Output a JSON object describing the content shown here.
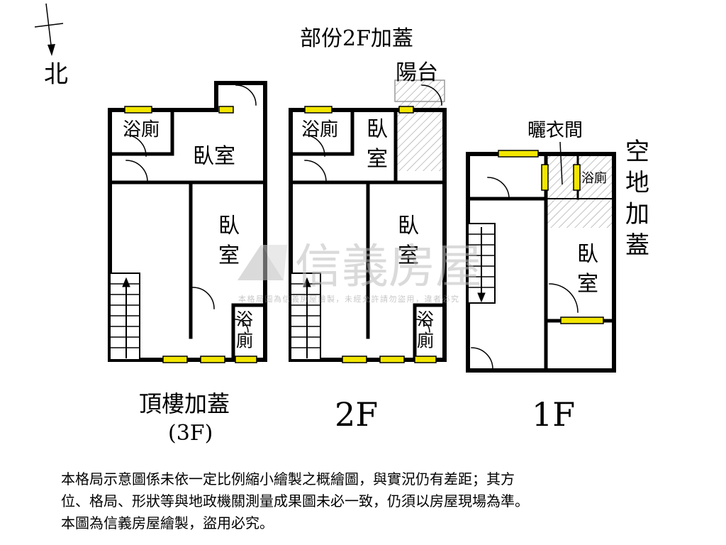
{
  "compass": {
    "north_label": "北"
  },
  "headings": {
    "partial_2f": "部份2F加蓋",
    "balcony": "陽台",
    "drying_room": "曬衣間",
    "open_space": "空地加蓋"
  },
  "floors": {
    "f3": {
      "label_line1": "頂樓加蓋",
      "label_line2": "(3F)",
      "rooms": {
        "bath_top": "浴廁",
        "bedroom_top": "臥室",
        "bedroom_mid": "臥室",
        "bath_low": "浴廁"
      }
    },
    "f2": {
      "label": "2F",
      "rooms": {
        "bath_top": "浴廁",
        "bedroom_top": "臥室",
        "bedroom_mid": "臥室",
        "bath_low": "浴廁"
      }
    },
    "f1": {
      "label": "1F",
      "rooms": {
        "bath": "浴廁",
        "bedroom": "臥室"
      }
    }
  },
  "watermark": {
    "brand": "信義房屋",
    "notice": "本格局圖為信義房屋繪製，未經允許請勿盜用，違者必究"
  },
  "disclaimer": {
    "line1": "本格局示意圖係未依一定比例縮小繪製之概繪圖，與實況仍有差距；其方",
    "line2": "位、格局、形狀等與地政機關測量成果圖未必一致，仍須以房屋現場為準。",
    "line3": "本圖為信義房屋繪製，盜用必究。"
  },
  "colors": {
    "wall": "#000000",
    "window": "#f2e600",
    "watermark": "#bdbdbd"
  }
}
